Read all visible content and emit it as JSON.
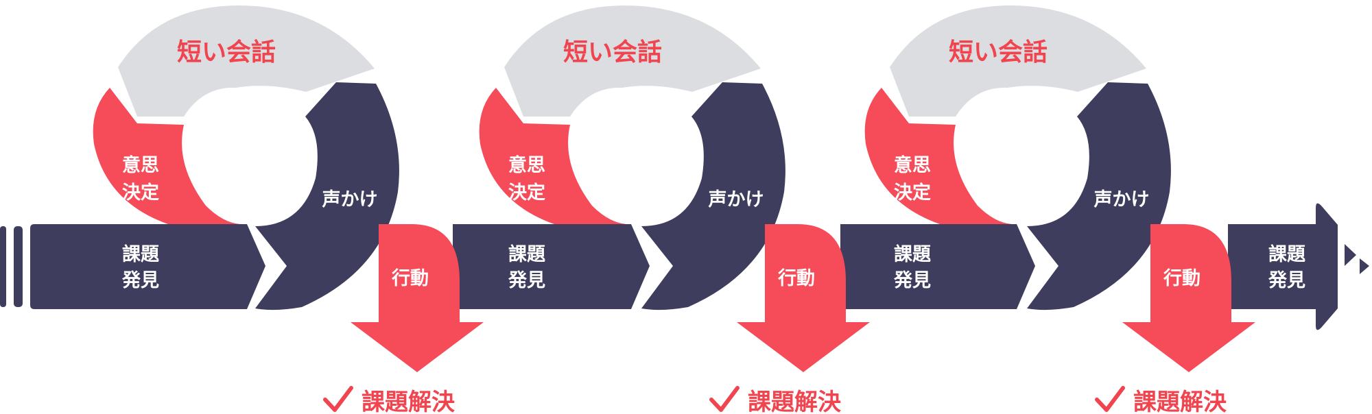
{
  "colors": {
    "navy": "#3e3d5e",
    "red": "#f64b58",
    "gray": "#dcdde1",
    "title_red": "#f0454f",
    "white": "#ffffff"
  },
  "cycles": [
    {
      "title": "短い会話",
      "decision": [
        "意思",
        "決定"
      ],
      "call": "声かけ",
      "action": "行動",
      "problem": [
        "課題",
        "発見"
      ],
      "result": "課題解決",
      "check_icon": "check-icon"
    },
    {
      "title": "短い会話",
      "decision": [
        "意思",
        "決定"
      ],
      "call": "声かけ",
      "action": "行動",
      "problem": [
        "課題",
        "発見"
      ],
      "result": "課題解決",
      "check_icon": "check-icon"
    },
    {
      "title": "短い会話",
      "decision": [
        "意思",
        "決定"
      ],
      "call": "声かけ",
      "action": "行動",
      "problem": [
        "課題",
        "発見"
      ],
      "result": "課題解決",
      "check_icon": "check-icon"
    }
  ],
  "tail": {
    "problem": [
      "課題",
      "発見"
    ]
  }
}
